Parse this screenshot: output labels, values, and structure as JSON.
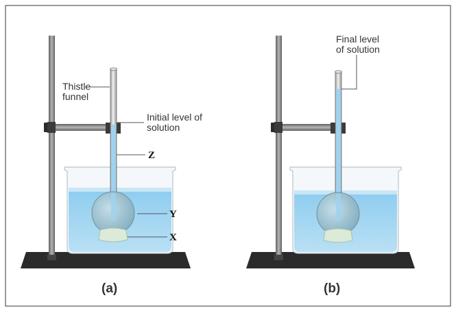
{
  "panels": [
    {
      "caption": "(a)",
      "labels": {
        "thistle_line1": "Thistle",
        "thistle_line2": "funnel",
        "initial_line1": "Initial level of",
        "initial_line2": "solution",
        "z": "Z",
        "y": "Y",
        "x": "X"
      }
    },
    {
      "caption": "(b)",
      "labels": {
        "final_line1": "Final level",
        "final_line2": "of solution"
      }
    }
  ],
  "colors": {
    "water": "#a9d8f2",
    "water_dark": "#7fc3ea",
    "rod": "#8c8c8c",
    "base": "#2b2b2b",
    "membrane": "#dbead9",
    "border": "#555555"
  }
}
